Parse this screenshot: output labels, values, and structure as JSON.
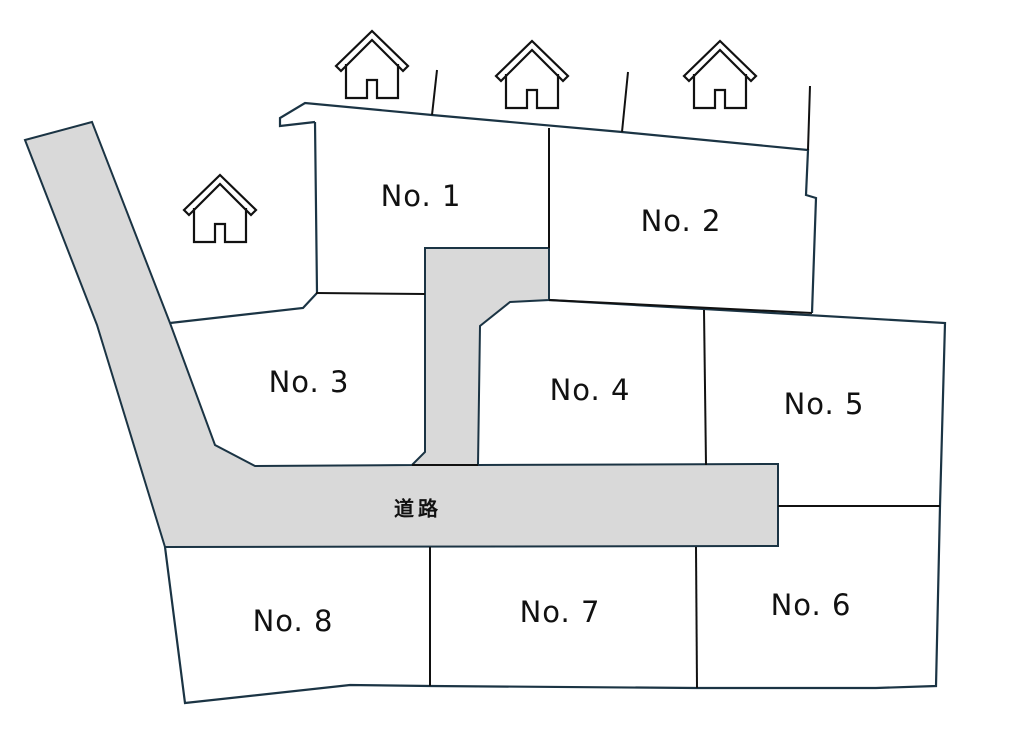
{
  "road": {
    "label": "道路",
    "color": "#d9d9d9"
  },
  "outline_color": "#1b3444",
  "lots": [
    {
      "label": "No. 1"
    },
    {
      "label": "No. 2"
    },
    {
      "label": "No. 3"
    },
    {
      "label": "No. 4"
    },
    {
      "label": "No. 5"
    },
    {
      "label": "No. 6"
    },
    {
      "label": "No. 7"
    },
    {
      "label": "No. 8"
    }
  ],
  "neighbors": [
    {
      "icon": "house-icon"
    },
    {
      "icon": "house-icon"
    },
    {
      "icon": "house-icon"
    },
    {
      "icon": "house-icon"
    }
  ]
}
